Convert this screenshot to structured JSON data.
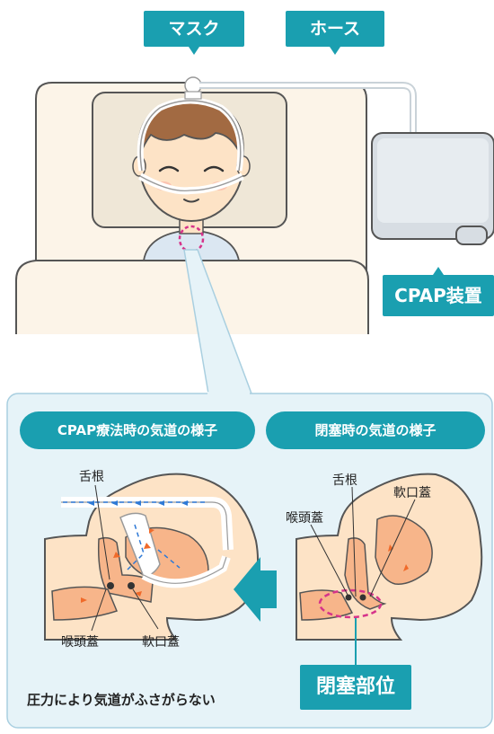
{
  "labels": {
    "mask": "マスク",
    "hose": "ホース",
    "cpap_device": "CPAP装置",
    "left_panel_title": "CPAP療法時の気道の様子",
    "right_panel_title": "閉塞時の気道の様子",
    "left_tongue_root": "舌根",
    "left_epiglottis": "喉頭蓋",
    "left_soft_palate": "軟口蓋",
    "right_tongue_root": "舌根",
    "right_epiglottis": "喉頭蓋",
    "right_soft_palate": "軟口蓋",
    "caption": "圧力により気道がふさがらない",
    "occlusion_site": "閉塞部位"
  },
  "colors": {
    "teal": "#1a9fb0",
    "panel_bg": "#e6f3f8",
    "skin": "#fde3c6",
    "tissue": "#f7b58a",
    "airflow": "#2f7ad6",
    "occlusion": "#d6338a",
    "pressure_arrow": "#f06a2a"
  }
}
